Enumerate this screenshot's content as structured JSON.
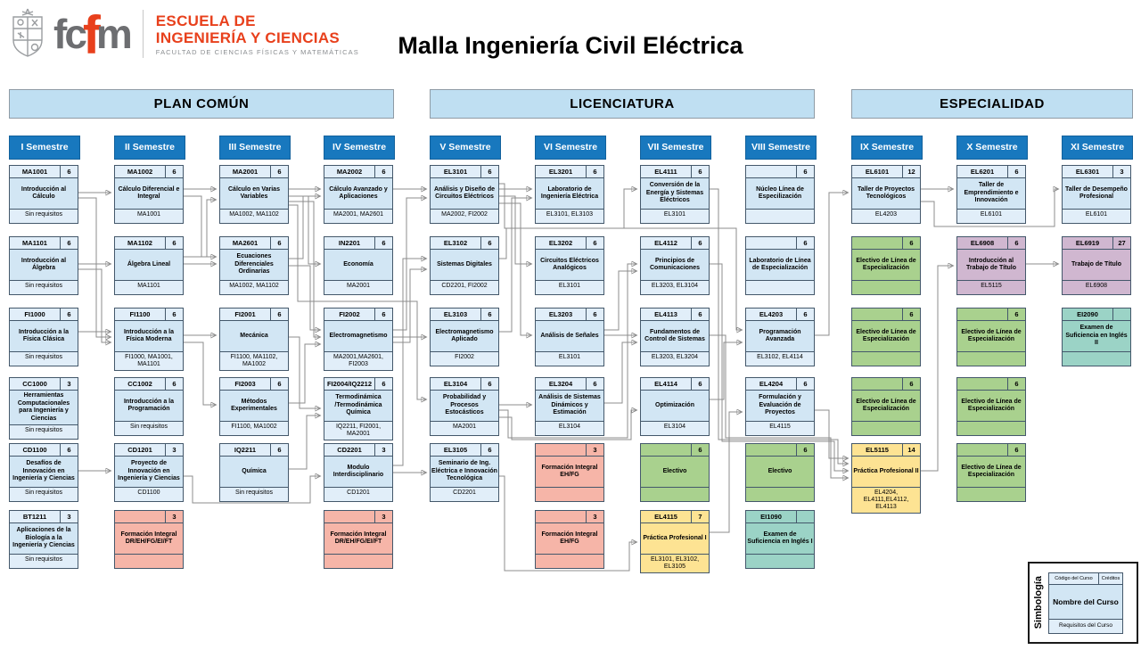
{
  "header": {
    "logo": {
      "wordmark_part1": "fc",
      "wordmark_part2": "f",
      "wordmark_part3": "m",
      "line1": "ESCUELA DE",
      "line2": "INGENIERÍA Y CIENCIAS",
      "line3": "FACULTAD DE CIENCIAS FÍSICAS Y MATEMÁTICAS"
    },
    "title": "Malla Ingeniería Civil Eléctrica"
  },
  "sections": [
    {
      "label": "PLAN COMÚN"
    },
    {
      "label": "LICENCIATURA"
    },
    {
      "label": "ESPECIALIDAD"
    }
  ],
  "colors": {
    "semester_header_blue": "#1878BE",
    "section_bar_blue": "#BFDFF2",
    "course_blue": "#D2E6F4",
    "formacion_integral_salmon": "#F6B5A8",
    "electivo_green": "#A9D18E",
    "practica_yellow": "#FDE393",
    "titulo_purple": "#D0B7D0",
    "ingles_teal": "#9BD3C6",
    "brand_red": "#E8401C"
  },
  "semesters": [
    {
      "label": "I Semestre",
      "courses": [
        {
          "code": "MA1001",
          "credits": "6",
          "name": "Introducción al Cálculo",
          "reqs": "Sin requisitos",
          "type": "course"
        },
        {
          "code": "MA1101",
          "credits": "6",
          "name": "Introducción al Álgebra",
          "reqs": "Sin requisitos",
          "type": "course"
        },
        {
          "code": "FI1000",
          "credits": "6",
          "name": "Introducción a la Física Clásica",
          "reqs": "Sin requisitos",
          "type": "course"
        },
        {
          "code": "CC1000",
          "credits": "3",
          "name": "Herramientas Computacionales para Ingeniería y Ciencias",
          "reqs": "Sin requisitos",
          "type": "course"
        },
        {
          "code": "CD1100",
          "credits": "6",
          "name": "Desafíos de Innovación en Ingeniería y Ciencias",
          "reqs": "Sin requisitos",
          "type": "course"
        },
        {
          "code": "BT1211",
          "credits": "3",
          "name": "Aplicaciones de la Biología a la Ingeniería y Ciencias",
          "reqs": "Sin requisitos",
          "type": "course"
        }
      ]
    },
    {
      "label": "II Semestre",
      "courses": [
        {
          "code": "MA1002",
          "credits": "6",
          "name": "Cálculo Diferencial e Integral",
          "reqs": "MA1001",
          "type": "course"
        },
        {
          "code": "MA1102",
          "credits": "6",
          "name": "Álgebra Lineal",
          "reqs": "MA1101",
          "type": "course"
        },
        {
          "code": "FI1100",
          "credits": "6",
          "name": "Introducción a la Física Moderna",
          "reqs": "FI1000, MA1001, MA1101",
          "type": "course"
        },
        {
          "code": "CC1002",
          "credits": "6",
          "name": "Introducción a la Programación",
          "reqs": "Sin requisitos",
          "type": "course"
        },
        {
          "code": "CD1201",
          "credits": "3",
          "name": "Proyecto de Innovación en Ingeniería y Ciencias",
          "reqs": "CD1100",
          "type": "course"
        },
        {
          "code": "",
          "credits": "3",
          "name": "Formación Integral DR/EH/FG/EI/FT",
          "reqs": "",
          "type": "fi"
        }
      ]
    },
    {
      "label": "III Semestre",
      "courses": [
        {
          "code": "MA2001",
          "credits": "6",
          "name": "Cálculo en Varias Variables",
          "reqs": "MA1002, MA1102",
          "type": "course"
        },
        {
          "code": "MA2601",
          "credits": "6",
          "name": "Ecuaciones Diferenciales Ordinarias",
          "reqs": "MA1002, MA1102",
          "type": "course"
        },
        {
          "code": "FI2001",
          "credits": "6",
          "name": "Mecánica",
          "reqs": "FI1100, MA1102, MA1002",
          "type": "course"
        },
        {
          "code": "FI2003",
          "credits": "6",
          "name": "Métodos Experimentales",
          "reqs": "FI1100, MA1002",
          "type": "course"
        },
        {
          "code": "IQ2211",
          "credits": "6",
          "name": "Química",
          "reqs": "Sin requisitos",
          "type": "course"
        }
      ]
    },
    {
      "label": "IV Semestre",
      "courses": [
        {
          "code": "MA2002",
          "credits": "6",
          "name": "Cálculo Avanzado y Aplicaciones",
          "reqs": "MA2001, MA2601",
          "type": "course"
        },
        {
          "code": "IN2201",
          "credits": "6",
          "name": "Economía",
          "reqs": "MA2001",
          "type": "course"
        },
        {
          "code": "FI2002",
          "credits": "6",
          "name": "Electromagnetismo",
          "reqs": "MA2001,MA2601, FI2003",
          "type": "course"
        },
        {
          "code": "FI2004/IQ2212",
          "credits": "6",
          "name": "Termodinámica /Termodinámica Química",
          "reqs": "IQ2211, FI2001, MA2001",
          "type": "course"
        },
        {
          "code": "CD2201",
          "credits": "3",
          "name": "Modulo Interdisciplinario",
          "reqs": "CD1201",
          "type": "course"
        },
        {
          "code": "",
          "credits": "3",
          "name": "Formación Integral DR/EH/FG/EI/FT",
          "reqs": "",
          "type": "fi"
        }
      ]
    },
    {
      "label": "V Semestre",
      "courses": [
        {
          "code": "EL3101",
          "credits": "6",
          "name": "Análisis y Diseño de Circuitos Eléctricos",
          "reqs": "MA2002, FI2002",
          "type": "course"
        },
        {
          "code": "EL3102",
          "credits": "6",
          "name": "Sistemas Digitales",
          "reqs": "CD2201, FI2002",
          "type": "course"
        },
        {
          "code": "EL3103",
          "credits": "6",
          "name": "Electromagnetismo Aplicado",
          "reqs": "FI2002",
          "type": "course"
        },
        {
          "code": "EL3104",
          "credits": "6",
          "name": "Probabilidad y Procesos Estocásticos",
          "reqs": "MA2001",
          "type": "course"
        },
        {
          "code": "EL3105",
          "credits": "6",
          "name": "Seminario de Ing. Eléctrica e Innovación Tecnológica",
          "reqs": "CD2201",
          "type": "course"
        }
      ]
    },
    {
      "label": "VI Semestre",
      "courses": [
        {
          "code": "EL3201",
          "credits": "6",
          "name": "Laboratorio de Ingeniería Eléctrica",
          "reqs": "EL3101, EL3103",
          "type": "course"
        },
        {
          "code": "EL3202",
          "credits": "6",
          "name": "Circuitos Eléctricos Analógicos",
          "reqs": "EL3101",
          "type": "course"
        },
        {
          "code": "EL3203",
          "credits": "6",
          "name": "Análisis de Señales",
          "reqs": "EL3101",
          "type": "course"
        },
        {
          "code": "EL3204",
          "credits": "6",
          "name": "Análisis de Sistemas Dinámicos y Estimación",
          "reqs": "EL3104",
          "type": "course"
        },
        {
          "code": "",
          "credits": "3",
          "name": "Formación Integral EH/FG",
          "reqs": "",
          "type": "fi"
        },
        {
          "code": "",
          "credits": "3",
          "name": "Formación Integral EH/FG",
          "reqs": "",
          "type": "fi"
        }
      ]
    },
    {
      "label": "VII Semestre",
      "courses": [
        {
          "code": "EL4111",
          "credits": "6",
          "name": "Conversión de la Energía y Sistemas Eléctricos",
          "reqs": "EL3101",
          "type": "course"
        },
        {
          "code": "EL4112",
          "credits": "6",
          "name": "Principios de Comunicaciones",
          "reqs": "EL3203, EL3104",
          "type": "course"
        },
        {
          "code": "EL4113",
          "credits": "6",
          "name": "Fundamentos de Control de Sistemas",
          "reqs": "EL3203, EL3204",
          "type": "course"
        },
        {
          "code": "EL4114",
          "credits": "6",
          "name": "Optimización",
          "reqs": "EL3104",
          "type": "course"
        },
        {
          "code": "",
          "credits": "6",
          "name": "Electivo",
          "reqs": "",
          "type": "electivo"
        },
        {
          "code": "EL4115",
          "credits": "7",
          "name": "Práctica Profesional I",
          "reqs": "EL3101, EL3102, EL3105",
          "type": "practica"
        }
      ]
    },
    {
      "label": "VIII Semestre",
      "courses": [
        {
          "code": "",
          "credits": "6",
          "name": "Núcleo Línea de Especilización",
          "reqs": "",
          "type": "course"
        },
        {
          "code": "",
          "credits": "6",
          "name": "Laboratorio de Línea de Especialización",
          "reqs": "",
          "type": "course"
        },
        {
          "code": "EL4203",
          "credits": "6",
          "name": "Programación Avanzada",
          "reqs": "EL3102, EL4114",
          "type": "course"
        },
        {
          "code": "EL4204",
          "credits": "6",
          "name": "Formulación y Evaluación de Proyectos",
          "reqs": "EL4115",
          "type": "course"
        },
        {
          "code": "",
          "credits": "6",
          "name": "Electivo",
          "reqs": "",
          "type": "electivo"
        },
        {
          "code": "EI1090",
          "credits": "",
          "name": "Examen de Suficiencia en Inglés I",
          "reqs": "",
          "type": "ingles"
        }
      ]
    },
    {
      "label": "IX Semestre",
      "courses": [
        {
          "code": "EL6101",
          "credits": "12",
          "name": "Taller de Proyectos Tecnológicos",
          "reqs": "EL4203",
          "type": "course"
        },
        {
          "code": "",
          "credits": "6",
          "name": "Electivo de Línea de Especialización",
          "reqs": "",
          "type": "electivo"
        },
        {
          "code": "",
          "credits": "6",
          "name": "Electivo de Línea de Especialización",
          "reqs": "",
          "type": "electivo"
        },
        {
          "code": "",
          "credits": "6",
          "name": "Electivo de Línea de Especialización",
          "reqs": "",
          "type": "electivo"
        },
        {
          "code": "EL5115",
          "credits": "14",
          "name": "Práctica Profesional II",
          "reqs": "EL4204, EL4111,EL4112, EL4113",
          "type": "practica"
        }
      ]
    },
    {
      "label": "X Semestre",
      "courses": [
        {
          "code": "EL6201",
          "credits": "6",
          "name": "Taller de Emprendimiento e Innovación",
          "reqs": "EL6101",
          "type": "course"
        },
        {
          "code": "EL6908",
          "credits": "6",
          "name": "Introducción al Trabajo de Título",
          "reqs": "EL5115",
          "type": "titulo"
        },
        {
          "code": "",
          "credits": "6",
          "name": "Electivo de Línea de Especialización",
          "reqs": "",
          "type": "electivo"
        },
        {
          "code": "",
          "credits": "6",
          "name": "Electivo de Línea de Especialización",
          "reqs": "",
          "type": "electivo"
        },
        {
          "code": "",
          "credits": "6",
          "name": "Electivo de Línea de Especialización",
          "reqs": "",
          "type": "electivo"
        }
      ]
    },
    {
      "label": "XI Semestre",
      "courses": [
        {
          "code": "EL6301",
          "credits": "3",
          "name": "Taller de Desempeño Profesional",
          "reqs": "EL6101",
          "type": "course"
        },
        {
          "code": "EL6919",
          "credits": "27",
          "name": "Trabajo de Título",
          "reqs": "EL6908",
          "type": "titulo"
        },
        {
          "code": "EI2090",
          "credits": "",
          "name": "Examen de Suficiencia en Inglés II",
          "reqs": "",
          "type": "ingles"
        }
      ]
    }
  ],
  "legend": {
    "title": "Simbología",
    "code_label": "Código del Curso",
    "credits_label": "Créditos",
    "name_label": "Nombre del Curso",
    "reqs_label": "Requisitos del Curso"
  }
}
